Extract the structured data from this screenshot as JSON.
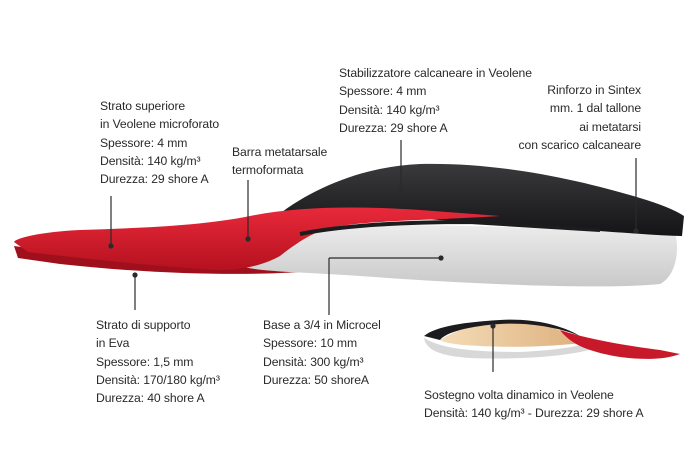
{
  "colors": {
    "red": "#d41b2c",
    "red_dark": "#9e1220",
    "black": "#1c1c1e",
    "grey_base": "#dcdcdc",
    "tan": "#e8c59a",
    "text": "#2a2a2a"
  },
  "callouts": {
    "top_layer": {
      "lines": [
        "Strato superiore",
        "in Veolene microforato",
        "Spessore: 4 mm",
        "Densità: 140 kg/m³",
        "Durezza: 29 shore A"
      ]
    },
    "metatarsal_bar": {
      "lines": [
        "Barra metatarsale",
        "termoformata"
      ]
    },
    "heel_stabilizer": {
      "lines": [
        "Stabilizzatore calcaneare in Veolene",
        "Spessore: 4 mm",
        "Densità: 140 kg/m³",
        "Durezza: 29 shore A"
      ]
    },
    "sintex_reinforcement": {
      "lines": [
        "Rinforzo in Sintex",
        "mm. 1 dal tallone",
        "ai metatarsi",
        "con scarico calcaneare"
      ]
    },
    "support_layer": {
      "lines": [
        "Strato di supporto",
        "in Eva",
        "Spessore: 1,5 mm",
        "Densità: 170/180 kg/m³",
        "Durezza: 40 shore A"
      ]
    },
    "microcel_base": {
      "lines": [
        "Base a 3/4 in Microcel",
        "Spessore: 10 mm",
        "Densità: 300 kg/m³",
        "Durezza: 50 shoreA"
      ]
    },
    "arch_support": {
      "lines": [
        "Sostegno volta dinamico in Veolene",
        "Densità: 140 kg/m³  - Durezza: 29 shore A"
      ]
    }
  }
}
